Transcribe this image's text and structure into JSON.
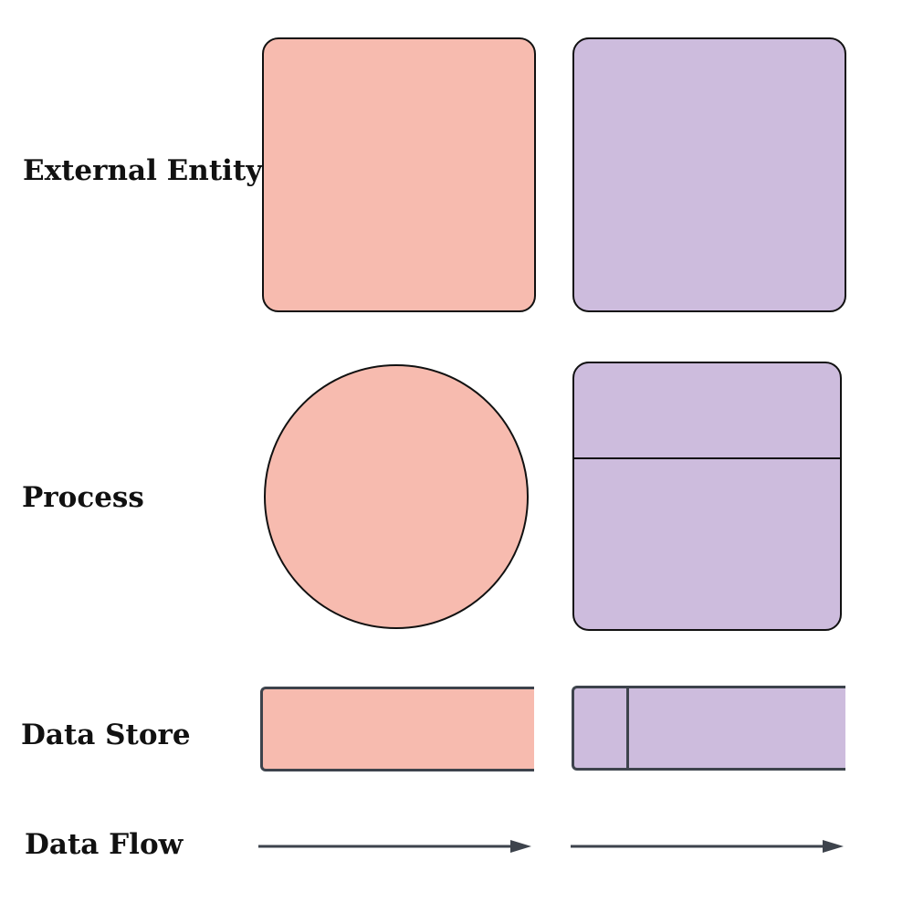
{
  "rows": {
    "external_entity": {
      "label": "External Entity"
    },
    "process": {
      "label": "Process"
    },
    "data_store": {
      "label": "Data Store"
    },
    "data_flow": {
      "label": "Data Flow"
    }
  },
  "colors": {
    "left_notation_fill": "#f7bbaf",
    "right_notation_fill": "#cdbcdd",
    "outline": "#111111",
    "store_and_flow_line": "#3d434c"
  }
}
